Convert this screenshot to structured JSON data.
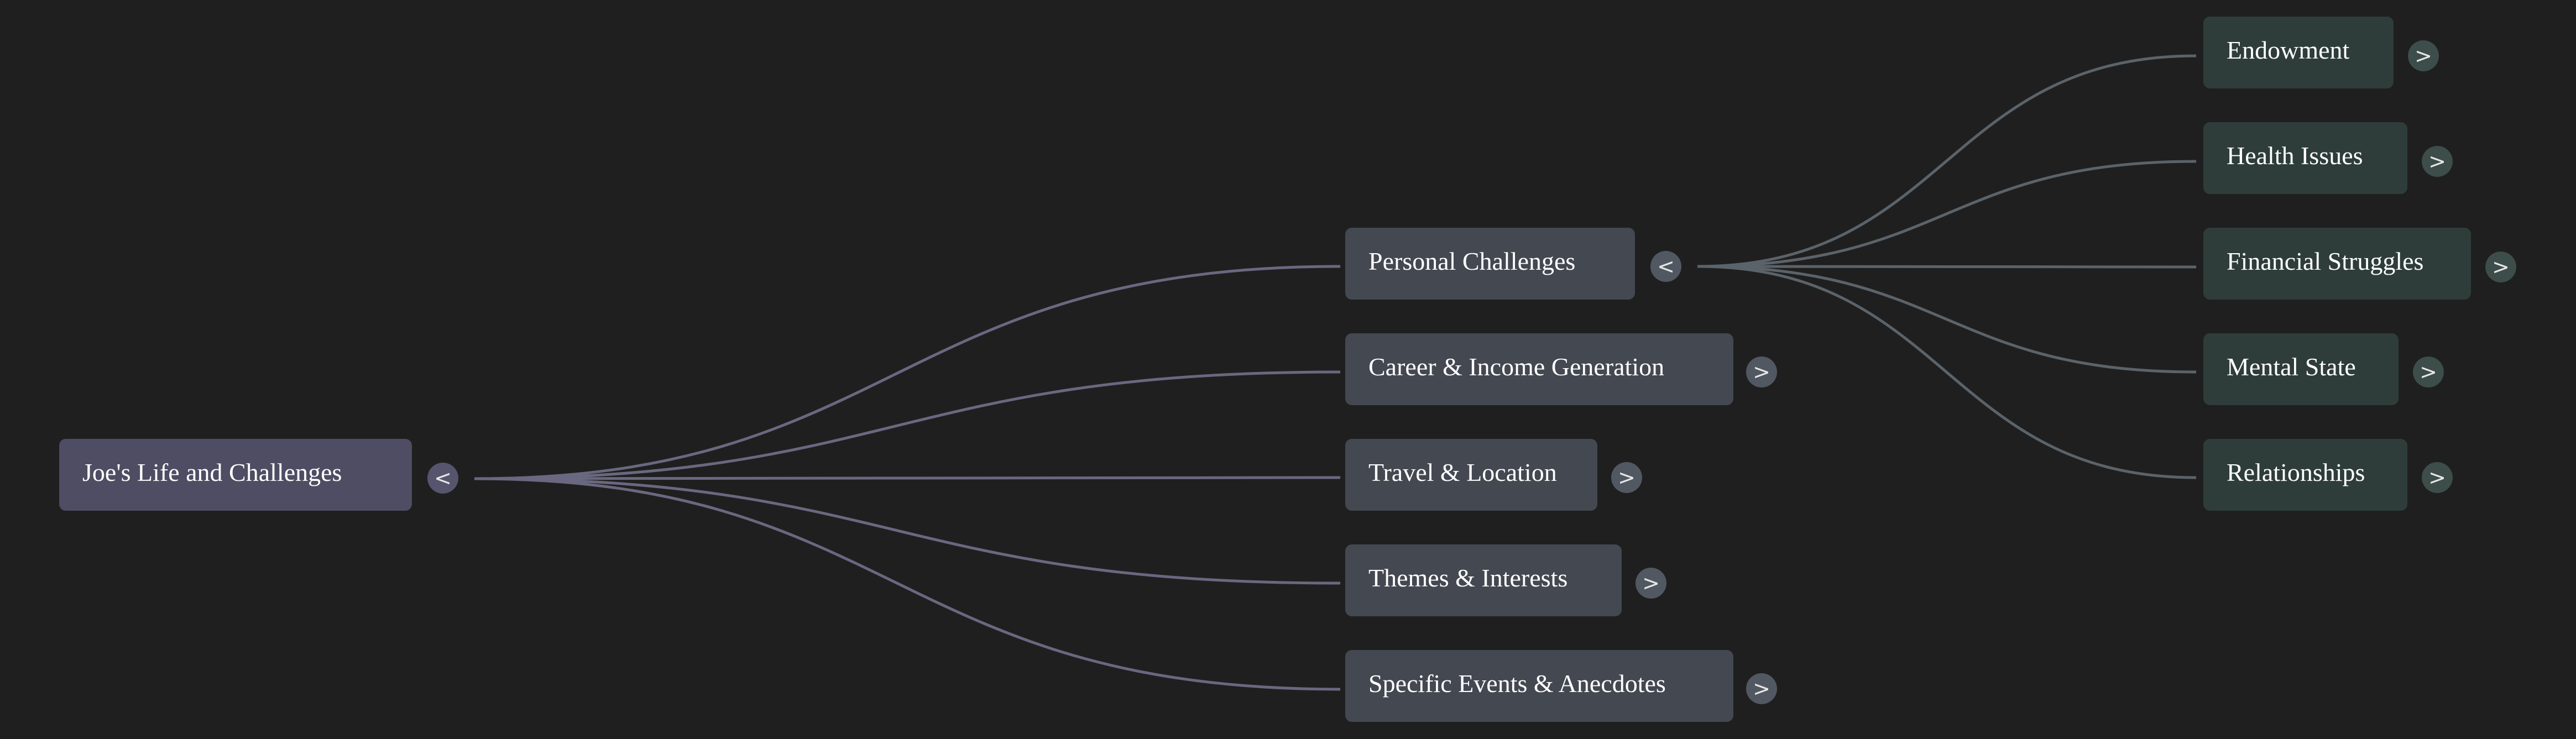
{
  "mindmap": {
    "root": {
      "label": "Joe's Life and Challenges",
      "toggle": "<",
      "expanded": true
    },
    "branches": [
      {
        "label": "Personal Challenges",
        "toggle": "<",
        "expanded": true,
        "children": [
          {
            "label": "Endowment",
            "toggle": ">"
          },
          {
            "label": "Health Issues",
            "toggle": ">"
          },
          {
            "label": "Financial Struggles",
            "toggle": ">"
          },
          {
            "label": "Mental State",
            "toggle": ">"
          },
          {
            "label": "Relationships",
            "toggle": ">"
          }
        ]
      },
      {
        "label": "Career & Income Generation",
        "toggle": ">",
        "expanded": false
      },
      {
        "label": "Travel & Location",
        "toggle": ">",
        "expanded": false
      },
      {
        "label": "Themes & Interests",
        "toggle": ">",
        "expanded": false
      },
      {
        "label": "Specific Events & Anecdotes",
        "toggle": ">",
        "expanded": false
      }
    ]
  },
  "colors": {
    "background": "#1f1f1f",
    "root_node": "#4e4d63",
    "branch_node": "#434851",
    "leaf_node": "#2e3d3a",
    "edge_root": "#6a6880",
    "edge_branch": "#5b636a",
    "text": "#ffffff"
  }
}
